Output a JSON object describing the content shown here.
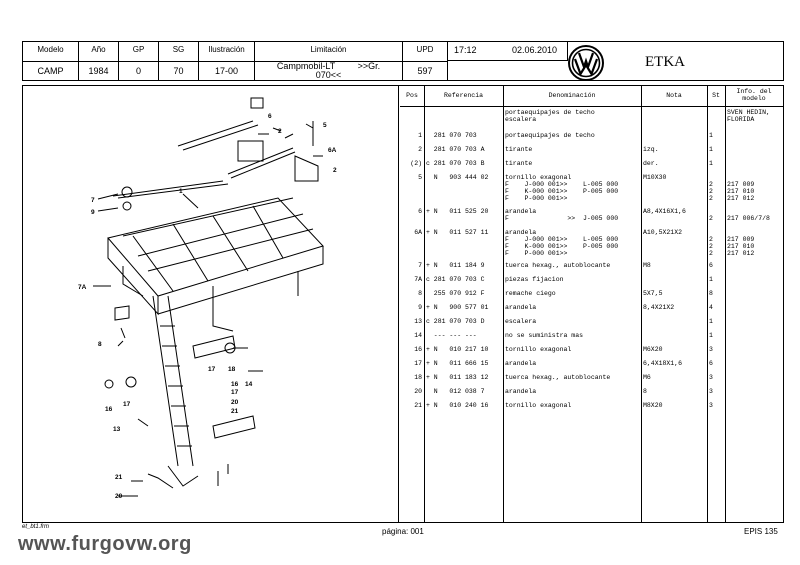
{
  "header": {
    "cols": [
      {
        "h": "Modelo",
        "v": "CAMP"
      },
      {
        "h": "Año",
        "v": "1984"
      },
      {
        "h": "GP",
        "v": "0"
      },
      {
        "h": "SG",
        "v": "70"
      },
      {
        "h": "Ilustración",
        "v": "17-00"
      },
      {
        "h": "Limitación",
        "v": "Campmobil-LT         >>Gr.\n070<<"
      },
      {
        "h": "UPD",
        "v": "597"
      }
    ],
    "time": "17:12",
    "date": "02.06.2010",
    "brand": "ETKA"
  },
  "table": {
    "headers": [
      "Pos",
      "Referencia",
      "Denominación",
      "Nota",
      "St",
      "Info. del modelo"
    ],
    "rows": [
      {
        "pos": "",
        "ref": "",
        "den": "portaequipajes de techo\nescalera",
        "nota": "",
        "st": "",
        "info": "SVEN HEDIN,\nFLORIDA"
      },
      {
        "pos": "1",
        "ref": "  281 070 703  ",
        "den": "portaequipajes de techo",
        "nota": "",
        "st": "1",
        "info": ""
      },
      {
        "pos": "2",
        "ref": "  281 070 703 A",
        "den": "tirante",
        "nota": "izq.",
        "st": "1",
        "info": ""
      },
      {
        "pos": "(2)",
        "ref": "c 281 070 703 B",
        "den": "tirante",
        "nota": "der.",
        "st": "1",
        "info": ""
      },
      {
        "pos": "5",
        "ref": "  N   903 444 02",
        "den": "tornillo exagonal\nF    J-000 001>>    L-005 000\nF    K-000 001>>    P-005 000\nF    P-000 001>>",
        "nota": "M10X30",
        "st": "\n2\n2\n2",
        "info": "\n217 009\n217 010\n217 012"
      },
      {
        "pos": "6",
        "ref": "+ N   011 525 20",
        "den": "arandela\nF               >>  J-005 000",
        "nota": "A8,4X16X1,6",
        "st": "\n2",
        "info": "\n217 006/7/8"
      },
      {
        "pos": "6A",
        "ref": "+ N   011 527 11",
        "den": "arandela\nF    J-000 001>>    L-005 000\nF    K-000 001>>    P-005 000\nF    P-000 001>>",
        "nota": "A10,5X21X2",
        "st": "\n2\n2\n2",
        "info": "\n217 009\n217 010\n217 012"
      },
      {
        "pos": "7",
        "ref": "+ N   011 184 9",
        "den": "tuerca hexag., autoblocante",
        "nota": "M8",
        "st": "6",
        "info": ""
      },
      {
        "pos": "7A",
        "ref": "c 281 070 703 C",
        "den": "piezas fijacion",
        "nota": "",
        "st": "1",
        "info": ""
      },
      {
        "pos": "8",
        "ref": "  255 070 912 F",
        "den": "remache ciego",
        "nota": "5X7,5",
        "st": "8",
        "info": ""
      },
      {
        "pos": "9",
        "ref": "+ N   900 577 01",
        "den": "arandela",
        "nota": "8,4X21X2",
        "st": "4",
        "info": ""
      },
      {
        "pos": "13",
        "ref": "c 281 070 703 D",
        "den": "escalera",
        "nota": "",
        "st": "1",
        "info": ""
      },
      {
        "pos": "14",
        "ref": "  --- --- ---",
        "den": "no se suministra mas",
        "nota": "",
        "st": "1",
        "info": ""
      },
      {
        "pos": "16",
        "ref": "+ N   010 217 10",
        "den": "tornillo exagonal",
        "nota": "M6X20",
        "st": "3",
        "info": ""
      },
      {
        "pos": "17",
        "ref": "+ N   011 666 15",
        "den": "arandela",
        "nota": "6,4X18X1,6",
        "st": "6",
        "info": ""
      },
      {
        "pos": "18",
        "ref": "+ N   011 183 12",
        "den": "tuerca hexag., autoblocante",
        "nota": "M6",
        "st": "3",
        "info": ""
      },
      {
        "pos": "20",
        "ref": "  N   012 038 7",
        "den": "arandela",
        "nota": "8",
        "st": "3",
        "info": ""
      },
      {
        "pos": "21",
        "ref": "+ N   010 240 16",
        "den": "tornillo exagonal",
        "nota": "M8X20",
        "st": "3",
        "info": ""
      }
    ]
  },
  "diagram": {
    "labels": [
      "1",
      "2",
      "5",
      "6",
      "6A",
      "2",
      "7",
      "9",
      "7A",
      "8",
      "13",
      "17",
      "18",
      "16",
      "14",
      "17",
      "20",
      "21",
      "16",
      "17",
      "21",
      "20"
    ]
  },
  "footer": {
    "file": "et_bt1.frm",
    "page": "página: 001",
    "epis": "EPIS 135",
    "watermark": "www.furgovw.org"
  }
}
